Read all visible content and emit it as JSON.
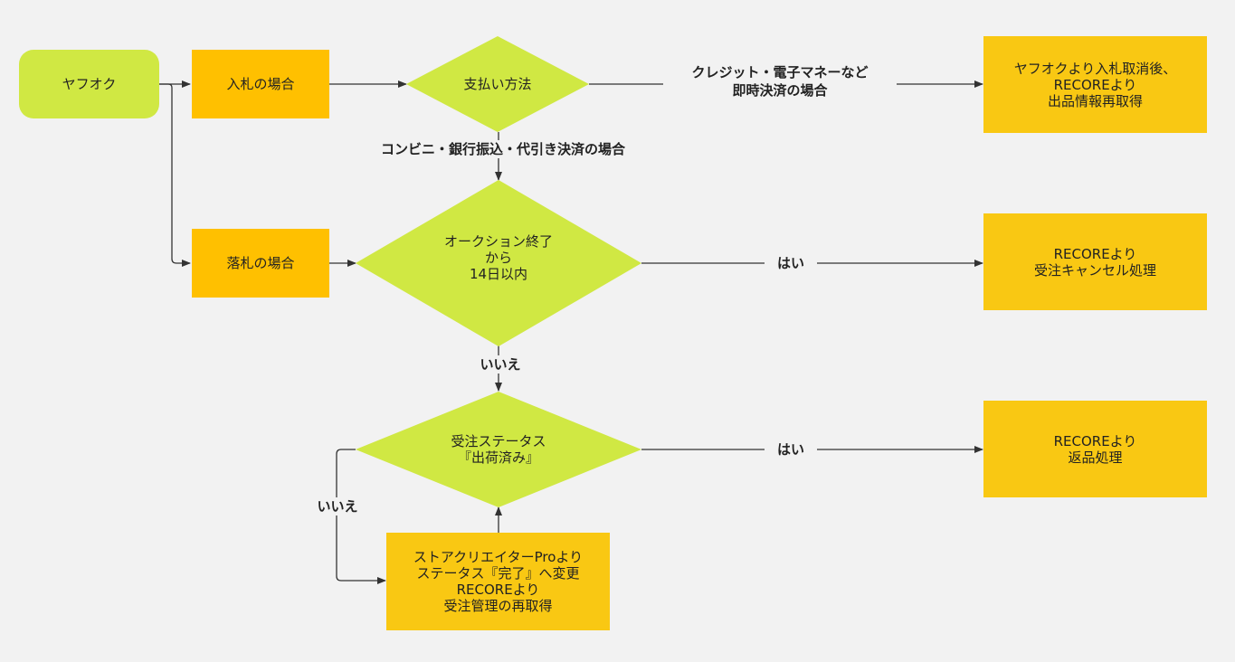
{
  "colors": {
    "start": "#d0e843",
    "decision": "#d0e843",
    "case_box": "#ffc000",
    "action_box": "#f9c813",
    "line": "#333333",
    "background": "#f2f2f2"
  },
  "nodes": {
    "start": "ヤフオク",
    "bid_case": "入札の場合",
    "win_case": "落札の場合",
    "payment_method": "支払い方法",
    "within_14_days": "オークション終了\nから\n14日以内",
    "order_status_shipped": "受注ステータス\n『出荷済み』",
    "cancel_bid": "ヤフオクより入札取消後、\nRECOREより\n出品情報再取得",
    "cancel_order": "RECOREより\n受注キャンセル処理",
    "return_process": "RECOREより\n返品処理",
    "store_creator": "ストアクリエイターProより\nステータス『完了』へ変更\nRECOREより\n受注管理の再取得"
  },
  "edge_labels": {
    "instant_payment": "クレジット・電子マネーなど\n即時決済の場合",
    "other_payment": "コンビニ・銀行振込・代引き決済の場合",
    "yes_1": "はい",
    "no_1": "いいえ",
    "yes_2": "はい",
    "no_2": "いいえ"
  }
}
